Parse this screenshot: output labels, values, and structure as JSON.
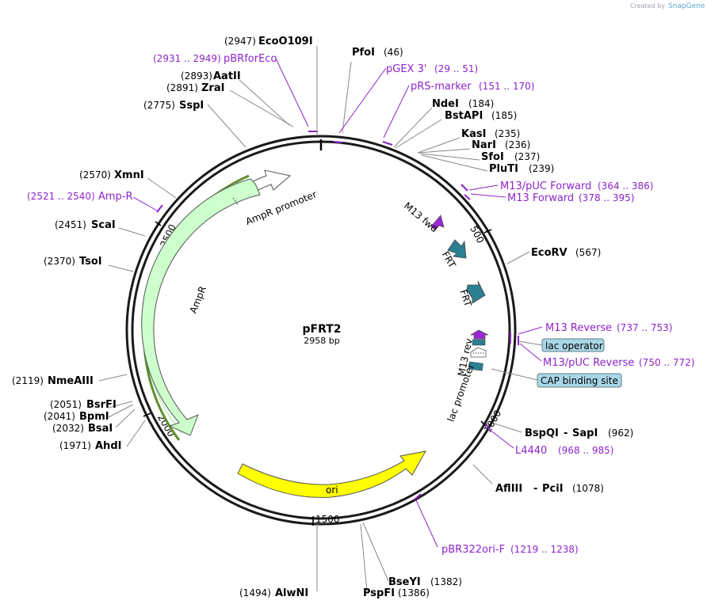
{
  "credit": {
    "prefix": "Created by",
    "brand": "SnapGene"
  },
  "plasmid": {
    "name": "pFRT2",
    "size": "2958 bp"
  },
  "ticks": [
    "500",
    "1000",
    "1500",
    "2000",
    "2500"
  ],
  "enzymes": [
    {
      "name": "EcoO109I",
      "pos": "(2947)"
    },
    {
      "name": "PfoI",
      "pos": "(46)"
    },
    {
      "name": "AatII",
      "pos": "(2893)"
    },
    {
      "name": "ZraI",
      "pos": "(2891)"
    },
    {
      "name": "SspI",
      "pos": "(2775)"
    },
    {
      "name": "NdeI",
      "pos": "(184)"
    },
    {
      "name": "BstAPI",
      "pos": "(185)"
    },
    {
      "name": "KasI",
      "pos": "(235)"
    },
    {
      "name": "NarI",
      "pos": "(236)"
    },
    {
      "name": "SfoI",
      "pos": "(237)"
    },
    {
      "name": "PluTI",
      "pos": "(239)"
    },
    {
      "name": "XmnI",
      "pos": "(2570)"
    },
    {
      "name": "ScaI",
      "pos": "(2451)"
    },
    {
      "name": "TsoI",
      "pos": "(2370)"
    },
    {
      "name": "EcoRV",
      "pos": "(567)"
    },
    {
      "name": "NmeAIII",
      "pos": "(2119)"
    },
    {
      "name": "BsrFI",
      "pos": "(2051)"
    },
    {
      "name": "BpmI",
      "pos": "(2041)"
    },
    {
      "name": "BsaI",
      "pos": "(2032)"
    },
    {
      "name": "AhdI",
      "pos": "(1971)"
    },
    {
      "name": "BspQI",
      "sep": "-",
      "name2": "SapI",
      "pos": "(962)"
    },
    {
      "name": "AflIII",
      "sep": "-",
      "name2": "PciI",
      "pos": "(1078)"
    },
    {
      "name": "BseYI",
      "pos": "(1382)"
    },
    {
      "name": "AlwNI",
      "pos": "(1494)"
    },
    {
      "name": "PspFI",
      "pos": "(1386)"
    }
  ],
  "primers": [
    {
      "name": "pBRforEco",
      "pos": "(2931 .. 2949)"
    },
    {
      "name": "pGEX 3'",
      "pos": "(29 .. 51)"
    },
    {
      "name": "pRS-marker",
      "pos": "(151 .. 170)"
    },
    {
      "name": "M13/pUC Forward",
      "pos": "(364 .. 386)"
    },
    {
      "name": "M13 Forward",
      "pos": "(378 .. 395)"
    },
    {
      "name": "Amp-R",
      "pos": "(2521 .. 2540)"
    },
    {
      "name": "M13 Reverse",
      "pos": "(737 .. 753)"
    },
    {
      "name": "M13/pUC Reverse",
      "pos": "(750 .. 772)"
    },
    {
      "name": "L4440",
      "pos": "(968 .. 985)"
    },
    {
      "name": "pBR322ori-F",
      "pos": "(1219 .. 1238)"
    }
  ],
  "boxed": [
    {
      "name": "lac operator"
    },
    {
      "name": "CAP binding site"
    }
  ],
  "features": [
    {
      "name": "AmpR promoter"
    },
    {
      "name": "AmpR"
    },
    {
      "name": "ori"
    },
    {
      "name": "M13 fwd"
    },
    {
      "name": "FRT"
    },
    {
      "name": "FRT"
    },
    {
      "name": "M13 rev"
    },
    {
      "name": "lac promoter"
    }
  ],
  "colors": {
    "backbone": "#1a1a1a",
    "ampr_fill": "#ccffcc",
    "ampr_outline": "#5f8f2f",
    "ori_fill": "#ffff00",
    "frt_fill": "#2a7f93",
    "m13_fill": "#9b27d6",
    "primer": "#8e24c9",
    "boxed_fill": "#a9d6e5"
  }
}
